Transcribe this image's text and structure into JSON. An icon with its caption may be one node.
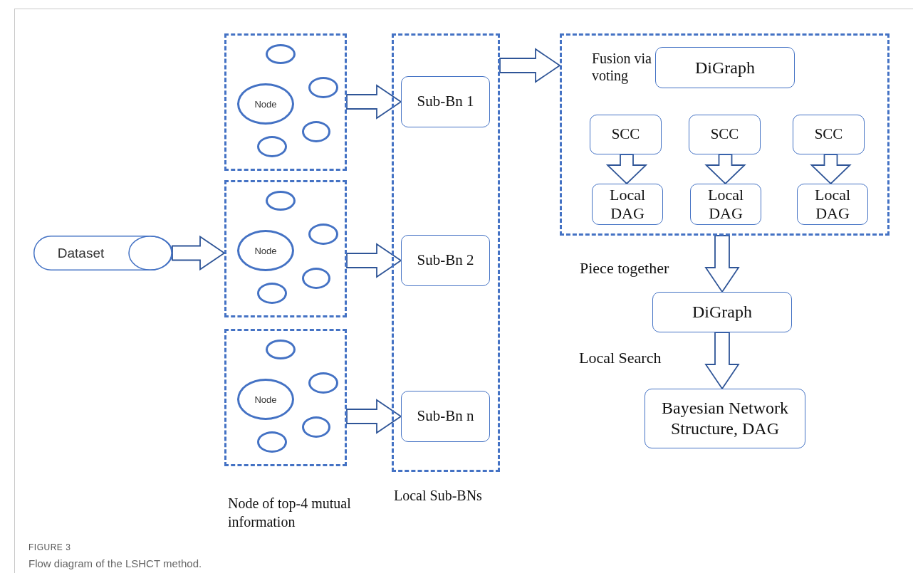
{
  "diagram": {
    "caption": "Flow diagram of the LSHCT method.",
    "nodes": [
      {
        "text": [
          "Dataset"
        ]
      },
      {
        "text": [],
        "shape": "box"
      },
      {
        "text": [
          "Node"
        ],
        "in": 1
      },
      {
        "text": [],
        "shape": "circle",
        "in": 1
      },
      {
        "text": [],
        "shape": "circle",
        "in": 1
      },
      {
        "text": [],
        "shape": "circle",
        "in": 1
      },
      {
        "text": [],
        "shape": "circle",
        "in": 1
      },
      {
        "text": [],
        "shape": "box"
      },
      {
        "text": [
          "Node"
        ],
        "in": 7
      },
      {
        "text": [],
        "shape": "circle",
        "in": 7
      },
      {
        "text": [],
        "shape": "circle",
        "in": 7
      },
      {
        "text": [],
        "shape": "circle",
        "in": 7
      },
      {
        "text": [],
        "shape": "circle",
        "in": 7
      },
      {
        "text": [],
        "shape": "box"
      },
      {
        "text": [
          "Node"
        ],
        "in": 13
      },
      {
        "text": [],
        "shape": "circle",
        "in": 13
      },
      {
        "text": [],
        "shape": "circle",
        "in": 13
      },
      {
        "text": [],
        "shape": "circle",
        "in": 13
      },
      {
        "text": [],
        "shape": "circle",
        "in": 13
      },
      {
        "text": [
          "Local Sub-BNs"
        ]
      },
      {
        "text": [
          "Sub-Bn 1"
        ],
        "in": 19
      },
      {
        "text": [
          "Sub-Bn 2"
        ],
        "in": 19
      },
      {
        "text": [
          "Sub-Bn n"
        ],
        "in": 19
      },
      {
        "text": [
          "Fusion via voting"
        ]
      },
      {
        "text": [
          "DiGraph"
        ],
        "in": 23
      },
      {
        "text": [
          "SCC"
        ],
        "in": 23
      },
      {
        "text": [
          "SCC"
        ],
        "in": 23
      },
      {
        "text": [
          "SCC"
        ],
        "in": 23
      },
      {
        "text": [
          "Local DAG"
        ],
        "in": 23
      },
      {
        "text": [
          "Local DAG"
        ],
        "in": 23
      },
      {
        "text": [
          "Local DAG"
        ],
        "in": 23
      },
      {
        "text": [
          "DiGraph"
        ]
      },
      {
        "text": [
          "Bayesian Network Structure, DAG"
        ]
      }
    ],
    "edges": [
      {
        "from": 0,
        "to": 7,
        "arrow": "to"
      },
      {
        "from": 1,
        "to": 20,
        "arrow": "to"
      },
      {
        "from": 7,
        "to": 21,
        "arrow": "to"
      },
      {
        "from": 13,
        "to": 22,
        "arrow": "to"
      },
      {
        "from": 19,
        "to": 23,
        "arrow": "to"
      },
      {
        "from": 25,
        "to": 28,
        "arrow": "to"
      },
      {
        "from": 26,
        "to": 29,
        "arrow": "to"
      },
      {
        "from": 27,
        "to": 30,
        "arrow": "to"
      },
      {
        "from": 23,
        "to": 31,
        "arrow": "to",
        "label": "Piece together"
      },
      {
        "from": 31,
        "to": 32,
        "arrow": "to",
        "label": "Local Search"
      }
    ],
    "labels": [
      "Node of top-4 mutual information",
      "FIGURE 3"
    ]
  }
}
